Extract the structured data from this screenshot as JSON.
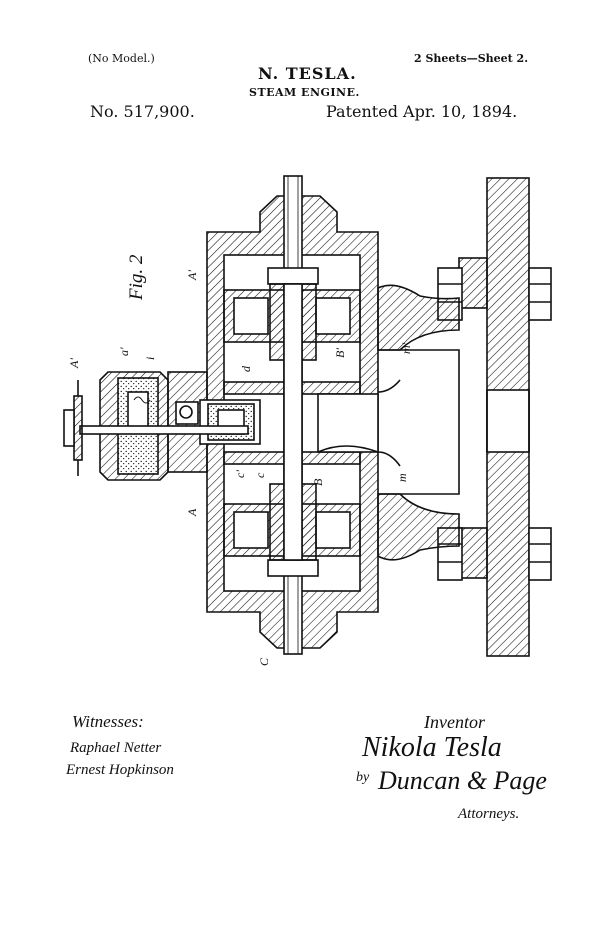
{
  "header": {
    "model": "(No Model.)",
    "sheets": "2 Sheets—Sheet 2.",
    "inventor_name": "N. TESLA.",
    "title": "STEAM ENGINE.",
    "patent_number": "No. 517,900.",
    "patent_date": "Patented Apr. 10, 1894."
  },
  "figure": {
    "label": "Fig. 2",
    "letters": {
      "A_top": "A'",
      "a_prime": "a'",
      "i": "i",
      "A4": "A'",
      "d": "d",
      "B_prime": "B'",
      "m_prime": "m'",
      "c_prime": "c'",
      "c": "c",
      "B": "B",
      "m": "m",
      "A": "A",
      "C": "C"
    }
  },
  "footer": {
    "witnesses_label": "Witnesses:",
    "witness_1": "Raphael Netter",
    "witness_2": "Ernest Hopkinson",
    "inventor_label": "Inventor",
    "inventor_signature": "Nikola Tesla",
    "by_label": "by",
    "attorney_signature": "Duncan & Page",
    "attorneys_label": "Attorneys."
  },
  "colors": {
    "ink": "#111111",
    "paper": "#ffffff"
  }
}
